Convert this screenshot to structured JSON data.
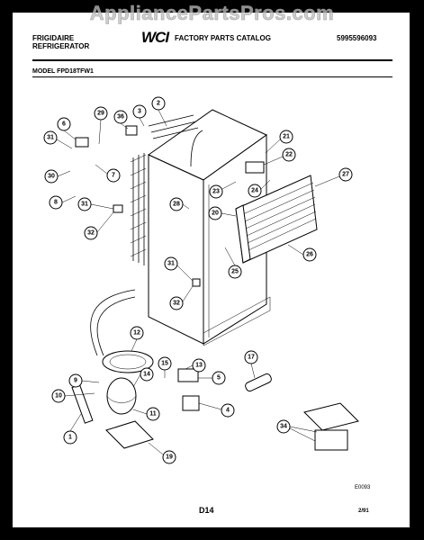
{
  "watermark": "AppliancePartsPros.com",
  "header": {
    "brand_line1": "FRIGIDAIRE",
    "brand_line2": "REFRIGERATOR",
    "logo_text": "WCI",
    "catalog_title": "FACTORY PARTS CATALOG",
    "catalog_number": "5995596093"
  },
  "model": "MODEL FPD18TFW1",
  "callouts": [
    "1",
    "2",
    "3",
    "5",
    "6",
    "7",
    "8",
    "9",
    "10",
    "11",
    "12",
    "13",
    "14",
    "15",
    "17",
    "19",
    "20",
    "21",
    "22",
    "23",
    "24",
    "25",
    "26",
    "27",
    "28",
    "29",
    "30",
    "31",
    "31",
    "31",
    "32",
    "32",
    "34",
    "36",
    "4"
  ],
  "footer": {
    "code": "E0093",
    "page": "D14",
    "date": "2/91"
  },
  "colors": {
    "frame": "#000000",
    "paper": "#ffffff",
    "ink": "#000000"
  }
}
